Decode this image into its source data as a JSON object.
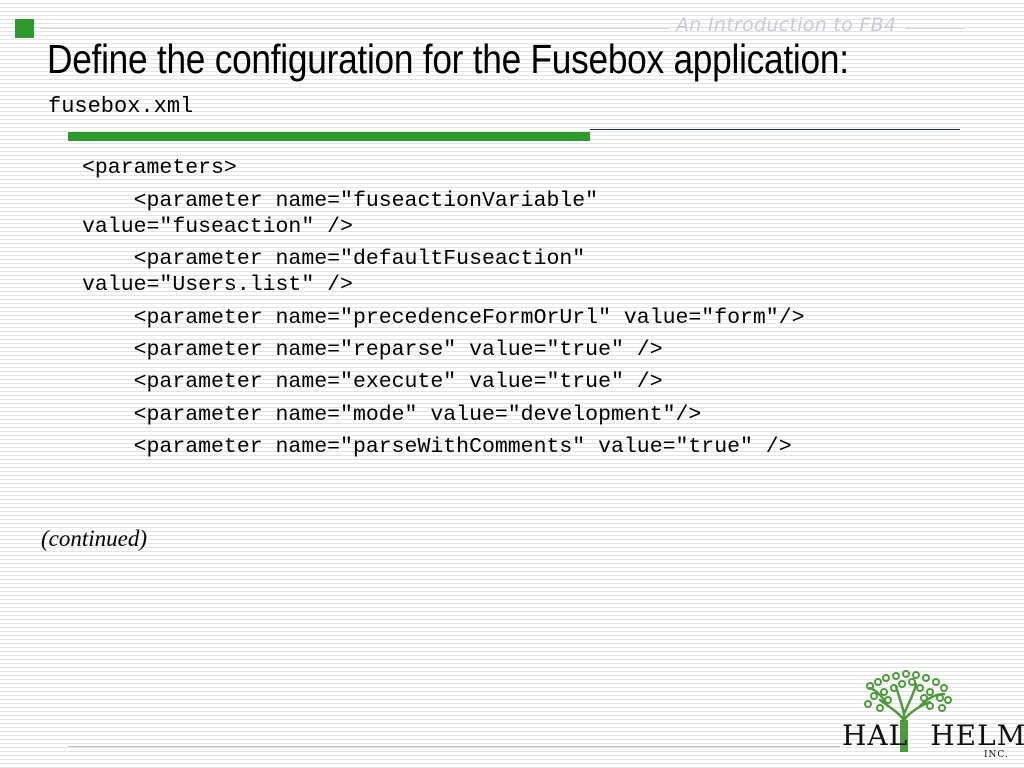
{
  "header": {
    "text": "An Introduction to FB4"
  },
  "slide": {
    "title": "Define the configuration for the Fusebox application:",
    "subtitle": "fusebox.xml",
    "code_lines": [
      "<parameters>",
      "    <parameter name=\"fuseactionVariable\"",
      "value=\"fuseaction\" />",
      "    <parameter name=\"defaultFuseaction\"",
      "value=\"Users.list\" />",
      "    <parameter name=\"precedenceFormOrUrl\" value=\"form\"/>",
      "    <parameter name=\"reparse\" value=\"true\" />",
      "    <parameter name=\"execute\" value=\"true\" />",
      "    <parameter name=\"mode\" value=\"development\"/>",
      "    <parameter name=\"parseWithComments\" value=\"true\" />"
    ],
    "continued": "(continued)"
  },
  "logo": {
    "name_left": "HAL",
    "name_right": "HELMS",
    "suffix": "INC."
  },
  "colors": {
    "accent_green": "#2e9a2e",
    "rule_navy": "#1e2a5a",
    "header_text": "#c9c9d9"
  }
}
